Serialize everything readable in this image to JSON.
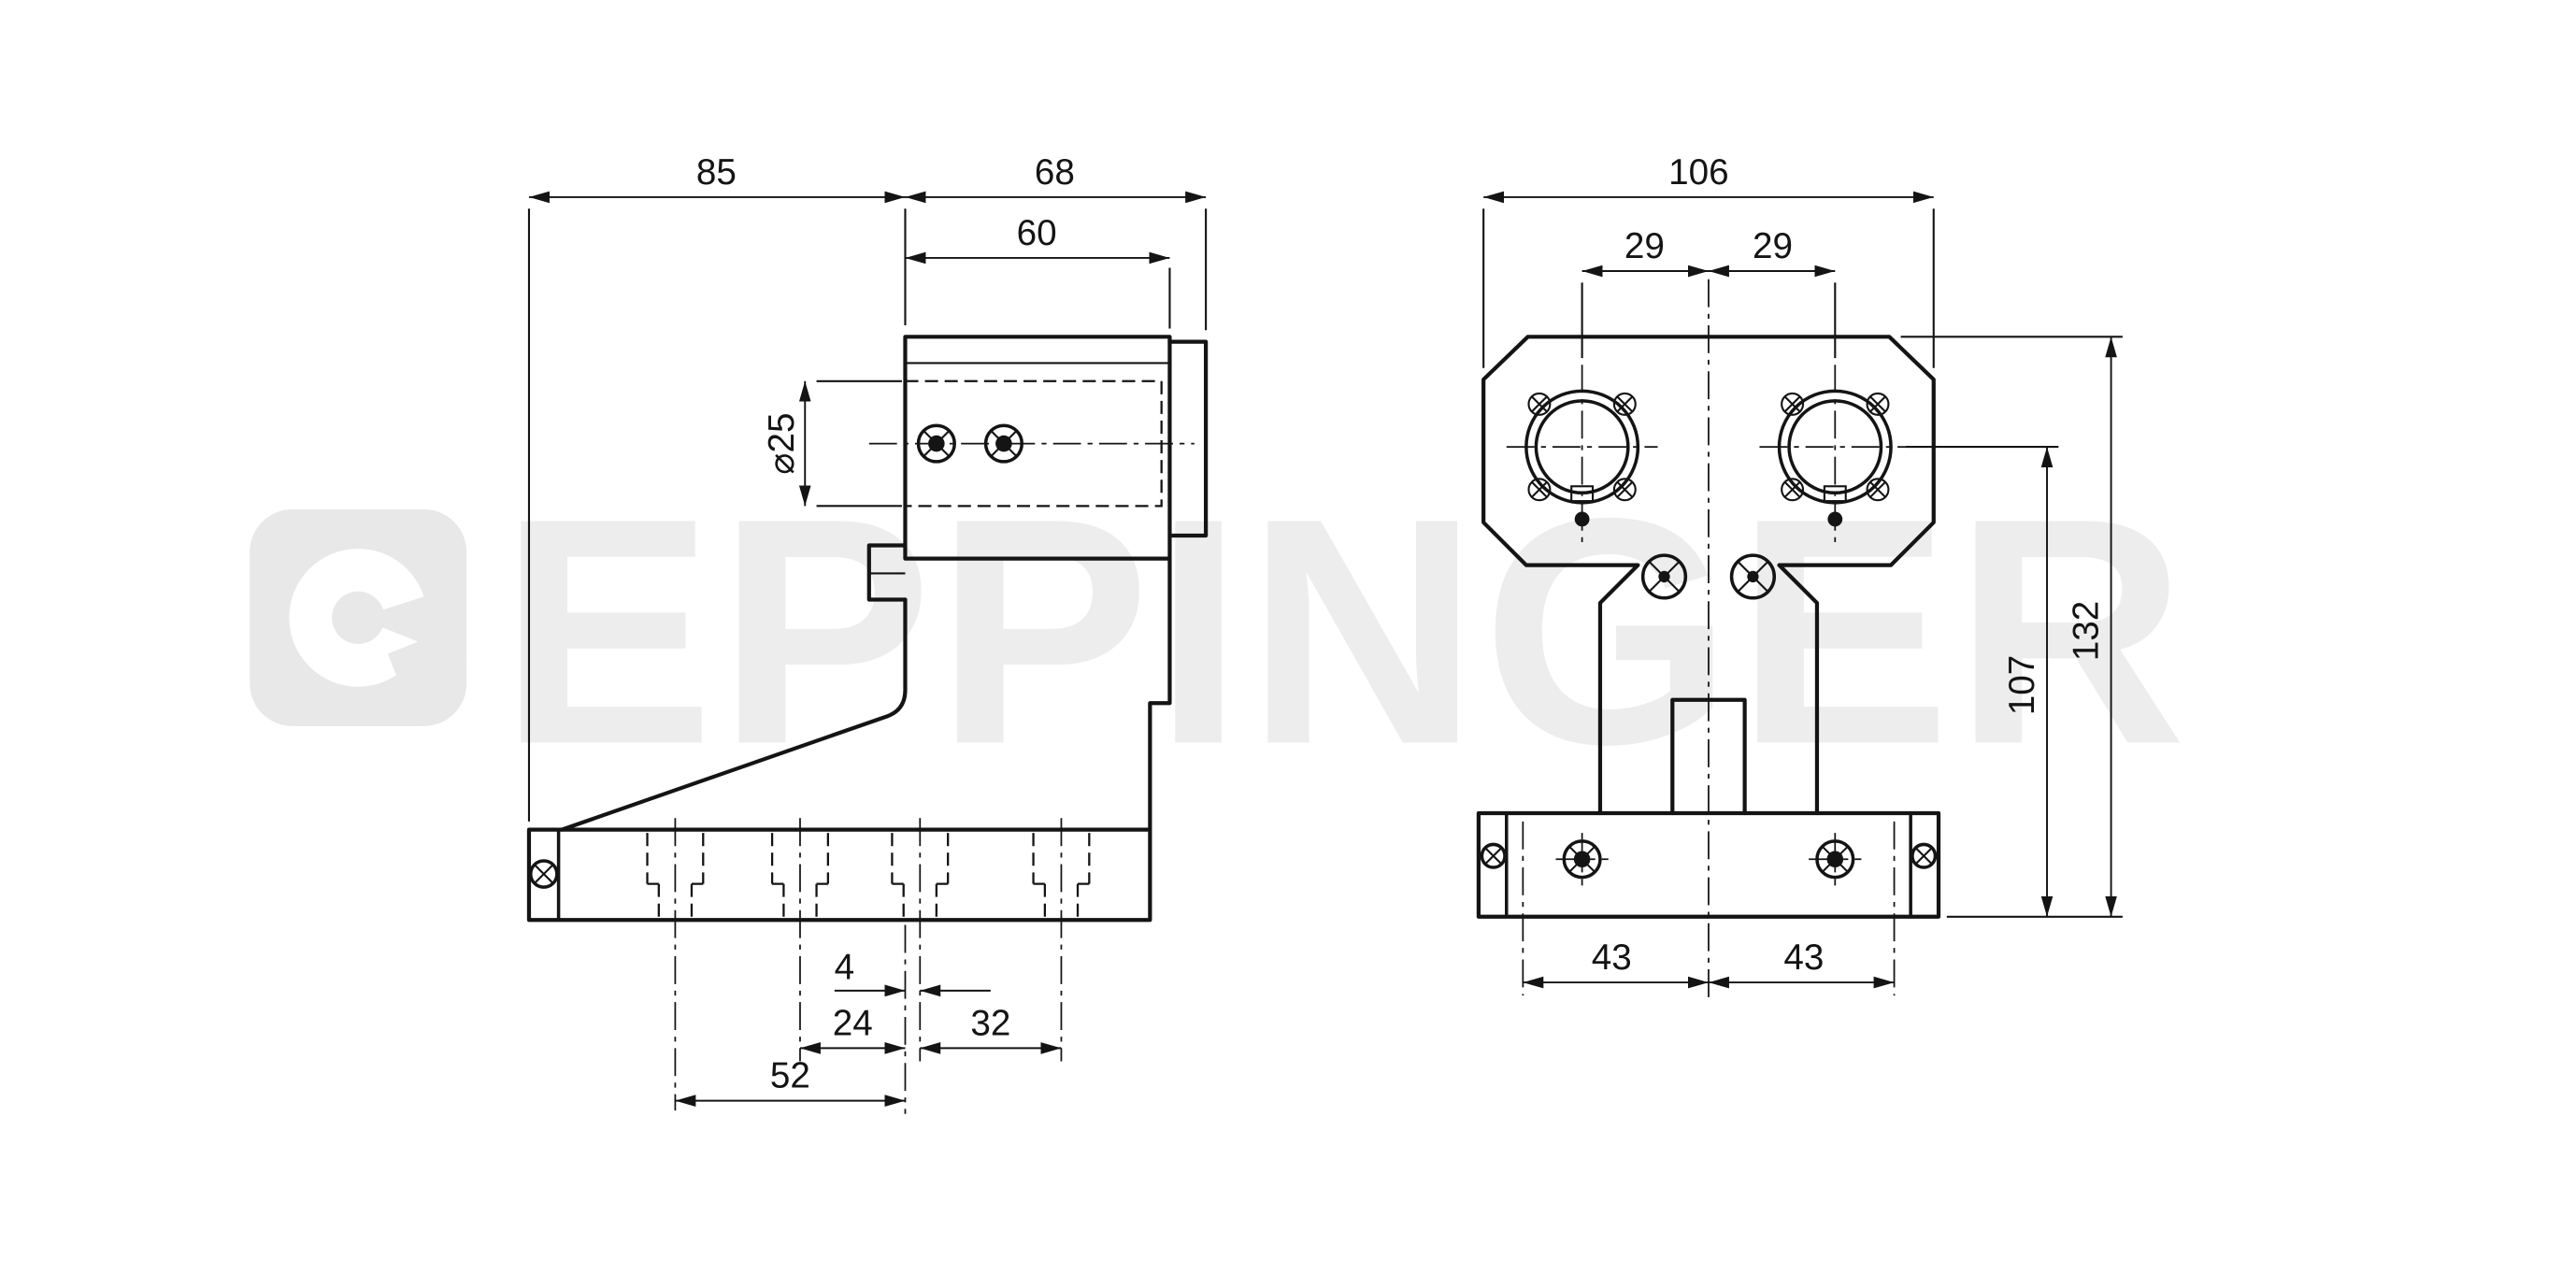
{
  "watermark": {
    "brand": "EPPINGER"
  },
  "side": {
    "dims": {
      "total_width": "85",
      "head_width": "68",
      "head_top_width": "60",
      "bore_diameter": "⌀25",
      "offset_small": "4",
      "pitch_24": "24",
      "pitch_32": "32",
      "pitch_52": "52"
    }
  },
  "front": {
    "dims": {
      "total_width": "106",
      "bore_offset_left": "29",
      "bore_offset_right": "29",
      "base_hole_left": "43",
      "base_hole_right": "43",
      "height_to_center": "107",
      "total_height": "132"
    }
  }
}
